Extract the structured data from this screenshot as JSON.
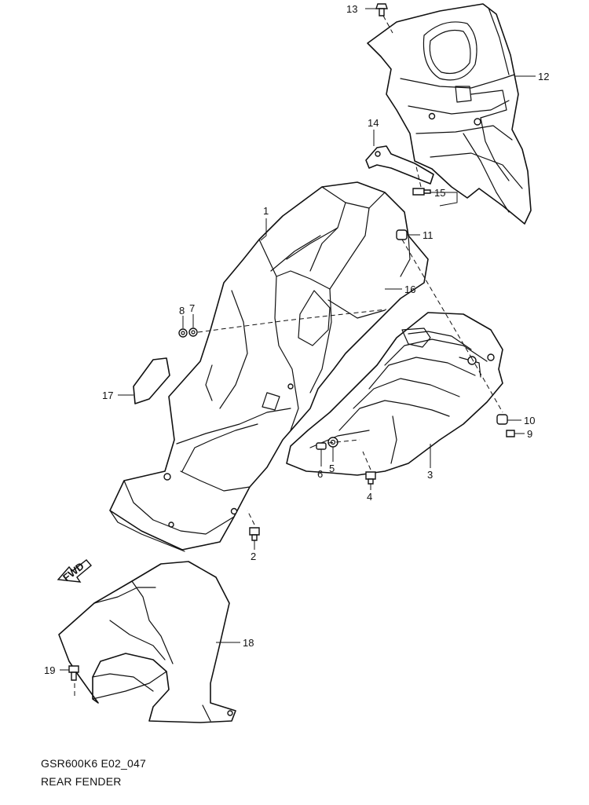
{
  "diagram": {
    "code": "GSR600K6 E02_047",
    "title": "REAR FENDER",
    "direction_label": "FWD",
    "callouts": [
      "1",
      "2",
      "3",
      "4",
      "5",
      "6",
      "7",
      "8",
      "9",
      "10",
      "11",
      "12",
      "13",
      "14",
      "15",
      "16",
      "17",
      "18",
      "19"
    ]
  }
}
